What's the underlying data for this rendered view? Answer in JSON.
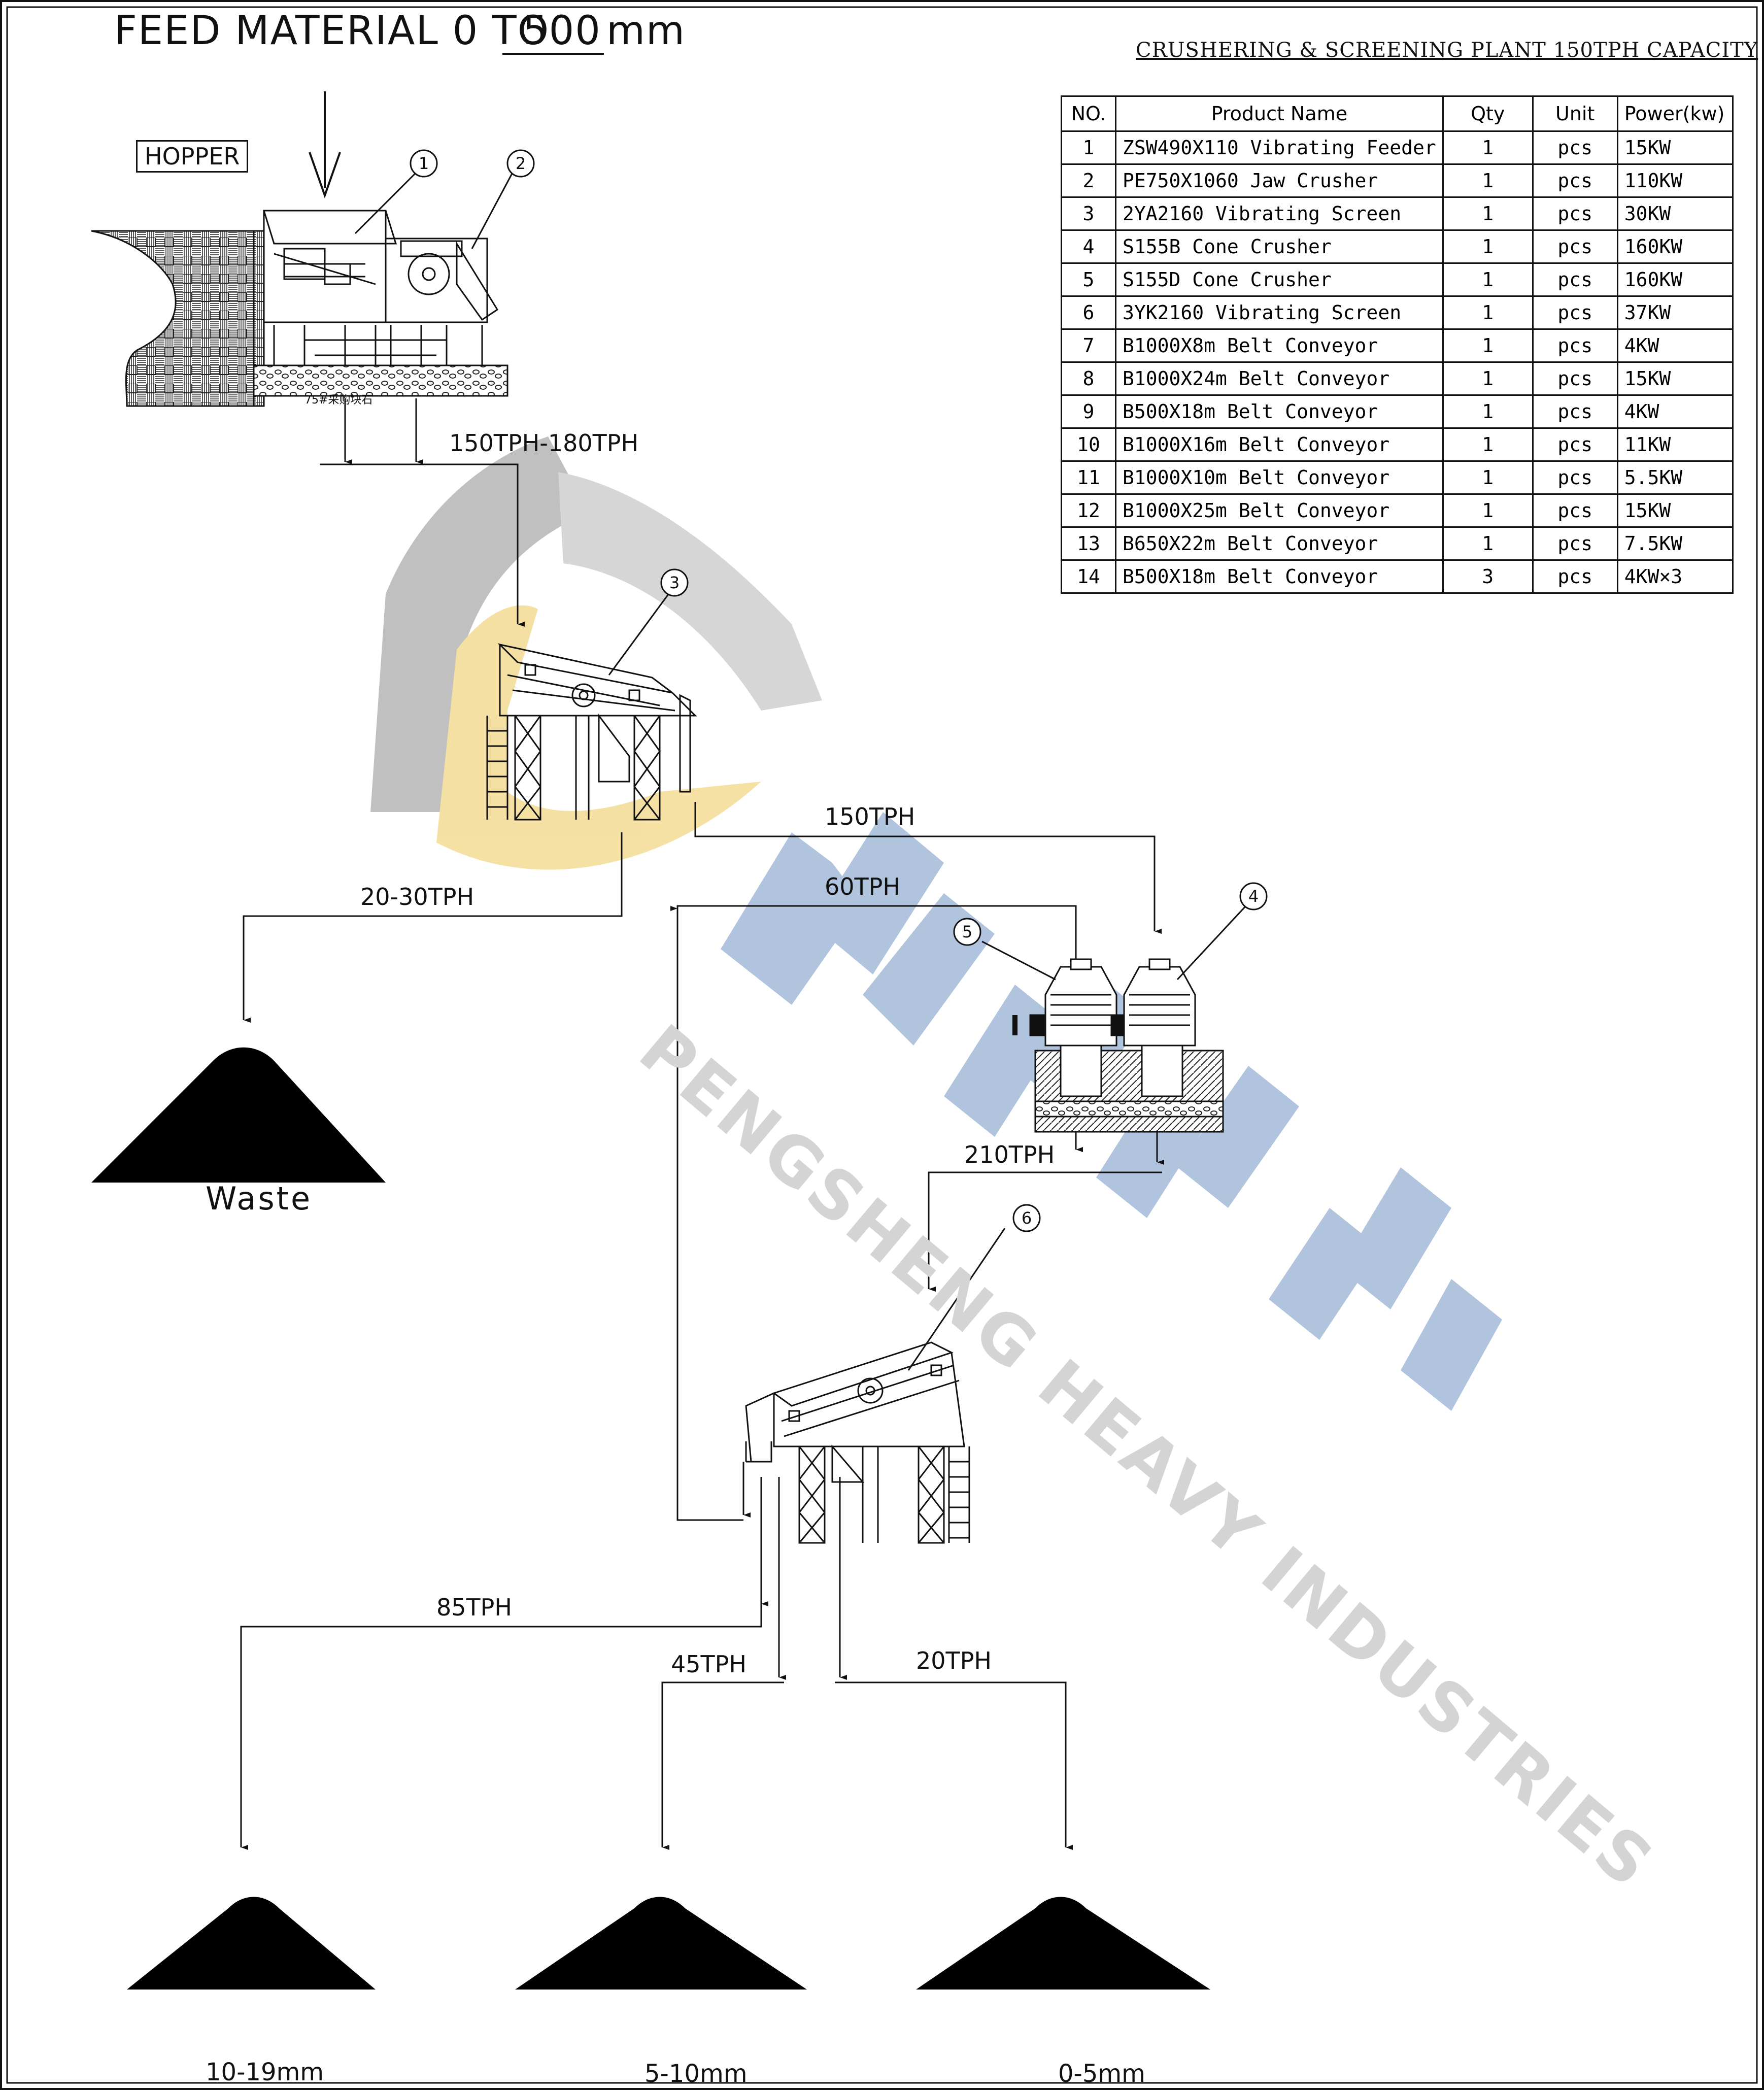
{
  "header": {
    "feed_prefix": "FEED MATERIAL 0 TO",
    "feed_value": "500",
    "feed_unit": "mm",
    "plant_title": "CRUSHERING & SCREENING PLANT 150TPH CAPACITY"
  },
  "hopper_label": "HOPPER",
  "table": {
    "headers": [
      "NO.",
      "Product Name",
      "Qty",
      "Unit",
      "Power(kw)"
    ],
    "rows": [
      [
        "1",
        "ZSW490X110 Vibrating Feeder",
        "1",
        "pcs",
        "15KW"
      ],
      [
        "2",
        "PE750X1060 Jaw Crusher",
        "1",
        "pcs",
        "110KW"
      ],
      [
        "3",
        "2YA2160 Vibrating Screen",
        "1",
        "pcs",
        "30KW"
      ],
      [
        "4",
        "S155B Cone Crusher",
        "1",
        "pcs",
        "160KW"
      ],
      [
        "5",
        "S155D Cone Crusher",
        "1",
        "pcs",
        "160KW"
      ],
      [
        "6",
        "3YK2160 Vibrating Screen",
        "1",
        "pcs",
        "37KW"
      ],
      [
        "7",
        "B1000X8m Belt Conveyor",
        "1",
        "pcs",
        "4KW"
      ],
      [
        "8",
        "B1000X24m Belt Conveyor",
        "1",
        "pcs",
        "15KW"
      ],
      [
        "9",
        "B500X18m Belt Conveyor",
        "1",
        "pcs",
        "4KW"
      ],
      [
        "10",
        "B1000X16m Belt Conveyor",
        "1",
        "pcs",
        "11KW"
      ],
      [
        "11",
        "B1000X10m Belt Conveyor",
        "1",
        "pcs",
        "5.5KW"
      ],
      [
        "12",
        "B1000X25m Belt Conveyor",
        "1",
        "pcs",
        "15KW"
      ],
      [
        "13",
        "B650X22m Belt Conveyor",
        "1",
        "pcs",
        "7.5KW"
      ],
      [
        "14",
        "B500X18m Belt Conveyor",
        "3",
        "pcs",
        "4KW×3"
      ]
    ]
  },
  "callouts": [
    "1",
    "2",
    "3",
    "4",
    "5",
    "6"
  ],
  "flows": {
    "primary": "150TPH-180TPH",
    "to_waste": "20-30TPH",
    "to_cone_b": "150TPH",
    "return": "60TPH",
    "cone_out": "210TPH",
    "coarse": "85TPH",
    "medium": "45TPH",
    "fine": "20TPH"
  },
  "piles": {
    "waste": "Waste",
    "coarse": "10-19mm",
    "medium": "5-10mm",
    "fine": "0-5mm"
  },
  "stamp_text": "75#采购块石",
  "watermark": {
    "text": "PENGSHENG HEAVY INDUSTRIES",
    "logo_gray": "#bdbdbd",
    "logo_yellow": "#f5dfa0",
    "chinese_blue": "#a9bedb"
  },
  "colors": {
    "line": "#111111",
    "pile": "#000000"
  }
}
